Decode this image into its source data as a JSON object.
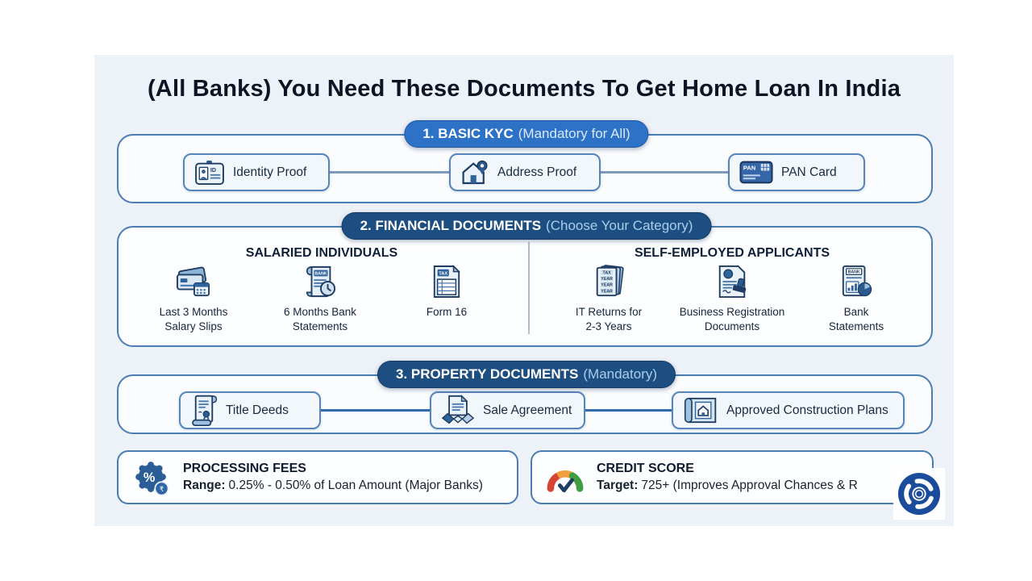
{
  "title": "(All Banks) You Need These Documents To Get Home Loan In India",
  "sections": {
    "kyc": {
      "header_bold": "1. BASIC KYC",
      "header_light": "(Mandatory for All)",
      "items": [
        {
          "label": "Identity Proof",
          "icon": "id-card-icon"
        },
        {
          "label": "Address Proof",
          "icon": "house-pin-icon"
        },
        {
          "label": "PAN Card",
          "icon": "pan-card-icon"
        }
      ]
    },
    "financial": {
      "header_bold": "2. FINANCIAL DOCUMENTS",
      "header_light": "(Choose Your Category)",
      "salaried": {
        "title": "SALARIED INDIVIDUALS",
        "items": [
          {
            "line1": "Last 3 Months",
            "line2": "Salary Slips",
            "icon": "salary-slips-icon"
          },
          {
            "line1": "6 Months Bank",
            "line2": "Statements",
            "icon": "bank-statement-clock-icon"
          },
          {
            "line1": "Form 16",
            "line2": "",
            "icon": "tax-form-icon"
          }
        ]
      },
      "self_employed": {
        "title": "SELF-EMPLOYED APPLICANTS",
        "items": [
          {
            "line1": "IT Returns for",
            "line2": "2-3 Years",
            "icon": "it-returns-icon"
          },
          {
            "line1": "Business Registration",
            "line2": "Documents",
            "icon": "business-registration-icon"
          },
          {
            "line1": "Bank",
            "line2": "Statements",
            "icon": "bank-chart-icon"
          }
        ]
      }
    },
    "property": {
      "header_bold": "3. PROPERTY DOCUMENTS",
      "header_light": "(Mandatory)",
      "items": [
        {
          "label": "Title Deeds",
          "icon": "title-deed-icon"
        },
        {
          "label": "Sale Agreement",
          "icon": "handshake-icon"
        },
        {
          "label": "Approved Construction Plans",
          "icon": "blueprint-icon"
        }
      ]
    }
  },
  "footers": {
    "fees": {
      "title": "PROCESSING FEES",
      "label_bold": "Range:",
      "label_text": "0.25% - 0.50% of Loan Amount (Major Banks)"
    },
    "credit": {
      "title": "CREDIT SCORE",
      "label_bold": "Target:",
      "label_text": "725+ (Improves Approval Chances & R"
    }
  },
  "icon_text": {
    "id": "ID",
    "pan": "PAN",
    "bank": "BANK",
    "tax": "TAX",
    "year": "YEAR",
    "percent": "%",
    "rupee": "₹"
  },
  "colors": {
    "panel_bg": "#edf1f8",
    "pill_blue": "#2e72c7",
    "pill_navy": "#1d4e82",
    "border_blue": "#4a7db2",
    "gauge_red": "#d74432",
    "gauge_orange": "#efa03c",
    "gauge_green": "#3f9e3f",
    "logo_blue": "#1b4c9c"
  }
}
